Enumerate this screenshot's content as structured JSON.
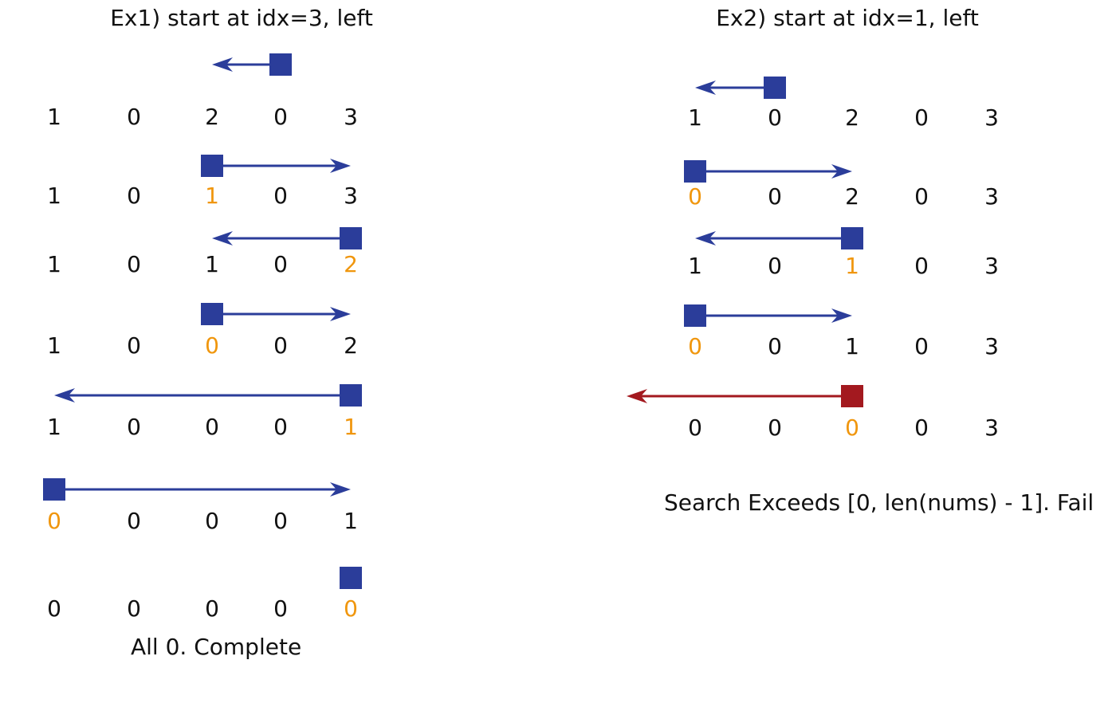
{
  "colors": {
    "text": "#111111",
    "highlight": "#f0960d",
    "pointer": "#2b3d9a",
    "fail": "#a3191f"
  },
  "ex1": {
    "title": "Ex1) start at idx=3, left",
    "note": "All 0. Complete",
    "steps": [
      {
        "values": [
          "1",
          "0",
          "2",
          "0",
          "3"
        ],
        "highlight": null,
        "pointer": {
          "at": 3,
          "dir": "left",
          "reach": 2,
          "state": "ok"
        }
      },
      {
        "values": [
          "1",
          "0",
          "1",
          "0",
          "3"
        ],
        "highlight": 2,
        "pointer": {
          "at": 2,
          "dir": "right",
          "reach": 4,
          "state": "ok"
        }
      },
      {
        "values": [
          "1",
          "0",
          "1",
          "0",
          "2"
        ],
        "highlight": 4,
        "pointer": {
          "at": 4,
          "dir": "left",
          "reach": 2,
          "state": "ok"
        }
      },
      {
        "values": [
          "1",
          "0",
          "0",
          "0",
          "2"
        ],
        "highlight": 2,
        "pointer": {
          "at": 2,
          "dir": "right",
          "reach": 4,
          "state": "ok"
        }
      },
      {
        "values": [
          "1",
          "0",
          "0",
          "0",
          "1"
        ],
        "highlight": 4,
        "pointer": {
          "at": 4,
          "dir": "left",
          "reach": 0,
          "state": "ok"
        }
      },
      {
        "values": [
          "0",
          "0",
          "0",
          "0",
          "1"
        ],
        "highlight": 0,
        "pointer": {
          "at": 0,
          "dir": "right",
          "reach": 4,
          "state": "ok"
        }
      },
      {
        "values": [
          "0",
          "0",
          "0",
          "0",
          "0"
        ],
        "highlight": 4,
        "pointer": {
          "at": 4,
          "dir": "none",
          "reach": 4,
          "state": "ok"
        }
      }
    ]
  },
  "ex2": {
    "title": "Ex2) start at idx=1, left",
    "note": "Search Exceeds [0, len(nums) - 1]. Fail",
    "steps": [
      {
        "values": [
          "1",
          "0",
          "2",
          "0",
          "3"
        ],
        "highlight": null,
        "pointer": {
          "at": 1,
          "dir": "left",
          "reach": 0,
          "state": "ok"
        }
      },
      {
        "values": [
          "0",
          "0",
          "2",
          "0",
          "3"
        ],
        "highlight": 0,
        "pointer": {
          "at": 0,
          "dir": "right",
          "reach": 2,
          "state": "ok"
        }
      },
      {
        "values": [
          "1",
          "0",
          "1",
          "0",
          "3"
        ],
        "highlight": 2,
        "pointer": {
          "at": 2,
          "dir": "left",
          "reach": 0,
          "state": "ok"
        }
      },
      {
        "values": [
          "0",
          "0",
          "1",
          "0",
          "3"
        ],
        "highlight": 0,
        "pointer": {
          "at": 0,
          "dir": "right",
          "reach": 2,
          "state": "ok"
        }
      },
      {
        "values": [
          "0",
          "0",
          "0",
          "0",
          "3"
        ],
        "highlight": 2,
        "pointer": {
          "at": 2,
          "dir": "left",
          "reach": -1,
          "state": "fail"
        }
      }
    ]
  }
}
